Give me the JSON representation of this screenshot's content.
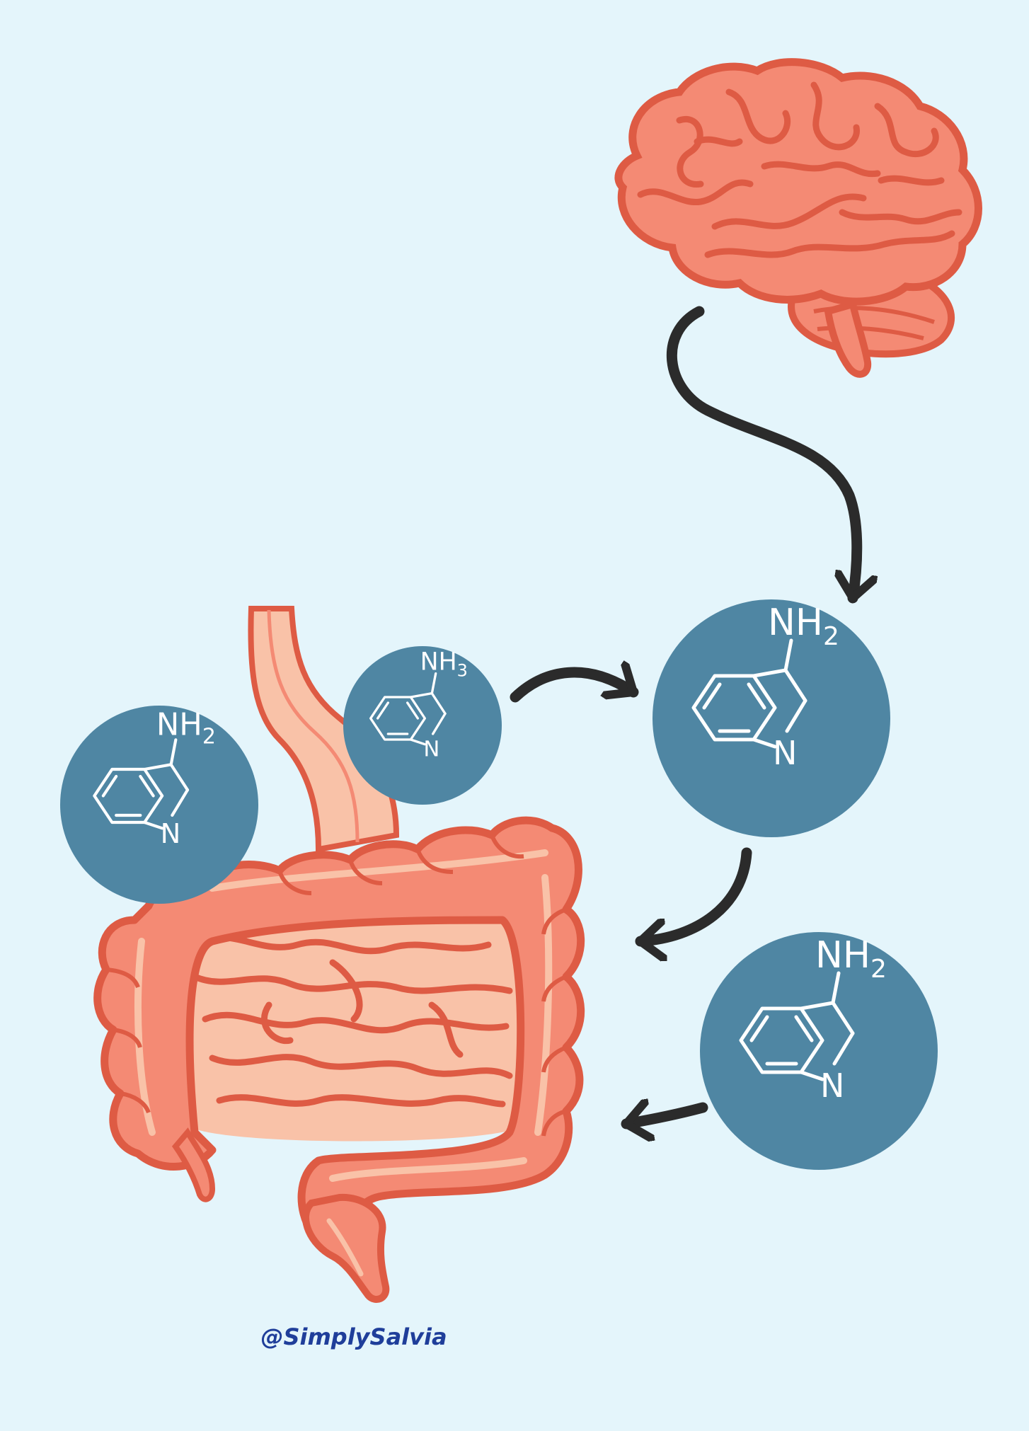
{
  "palette": {
    "background": "#e4f5fb",
    "organ_fill": "#f48a74",
    "organ_stroke": "#de5b44",
    "organ_light": "#f9c2a8",
    "molecule_circle": "#4f86a3",
    "arrow": "#2b2b2b",
    "credit": "#1f3e9a"
  },
  "molecules": [
    {
      "amine_label": "NH",
      "amine_subscript": "2",
      "ring_label": "N"
    },
    {
      "amine_label": "NH",
      "amine_subscript": "3",
      "ring_label": "N"
    },
    {
      "amine_label": "NH",
      "amine_subscript": "2",
      "ring_label": "N"
    },
    {
      "amine_label": "NH",
      "amine_subscript": "2",
      "ring_label": "N"
    }
  ],
  "organs": {
    "top": "brain-icon",
    "bottom": "digestive-tract-icon"
  },
  "credit": "@SimplySalvia"
}
